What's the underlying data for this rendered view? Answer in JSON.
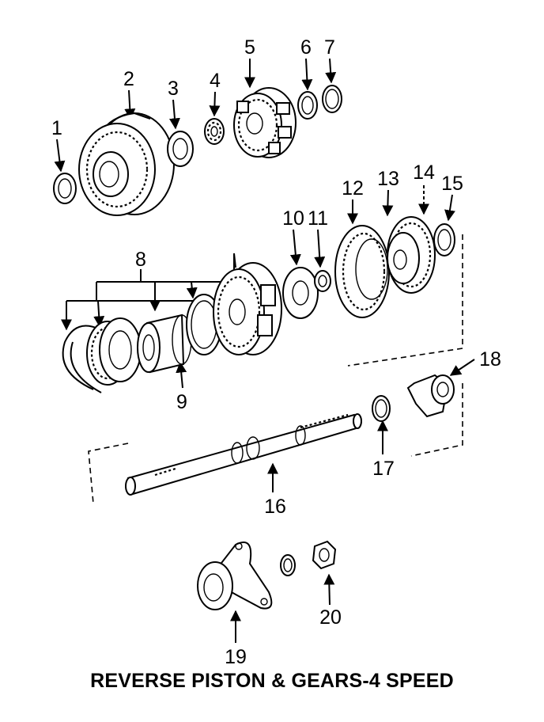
{
  "caption": "REVERSE PISTON & GEARS-4 SPEED",
  "callouts": [
    "1",
    "2",
    "3",
    "4",
    "5",
    "6",
    "7",
    "8",
    "9",
    "10",
    "11",
    "12",
    "13",
    "14",
    "15",
    "16",
    "17",
    "18",
    "19",
    "20"
  ]
}
